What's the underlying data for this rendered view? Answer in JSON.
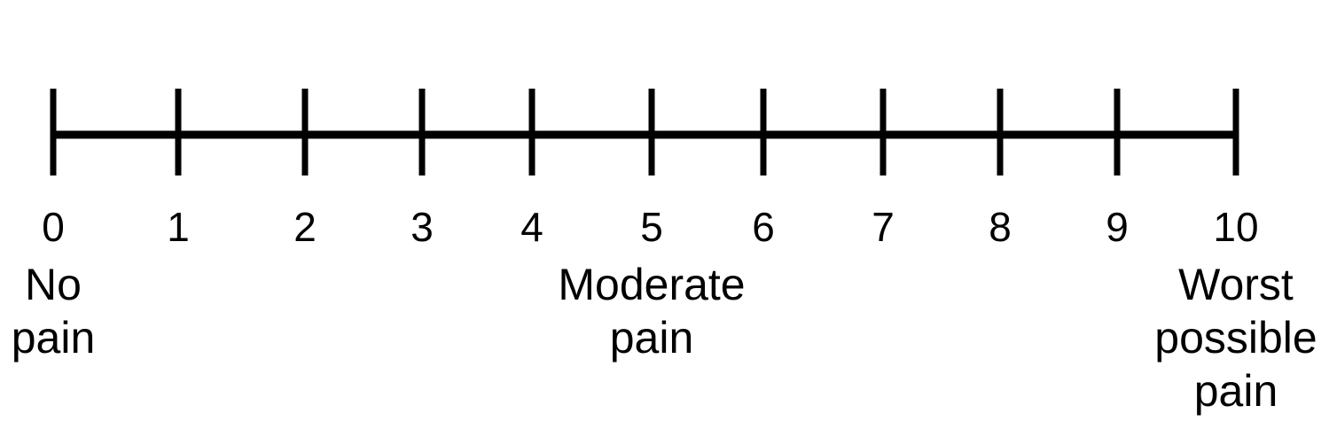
{
  "scale": {
    "ticks": [
      "0",
      "1",
      "2",
      "3",
      "4",
      "5",
      "6",
      "7",
      "8",
      "9",
      "10"
    ],
    "anchors": [
      {
        "at_tick": 0,
        "lines": [
          "No",
          "pain"
        ]
      },
      {
        "at_tick": 5,
        "lines": [
          "Moderate",
          "pain"
        ]
      },
      {
        "at_tick": 10,
        "lines": [
          "Worst",
          "possible",
          "pain"
        ]
      }
    ],
    "line_color": "#000000"
  }
}
